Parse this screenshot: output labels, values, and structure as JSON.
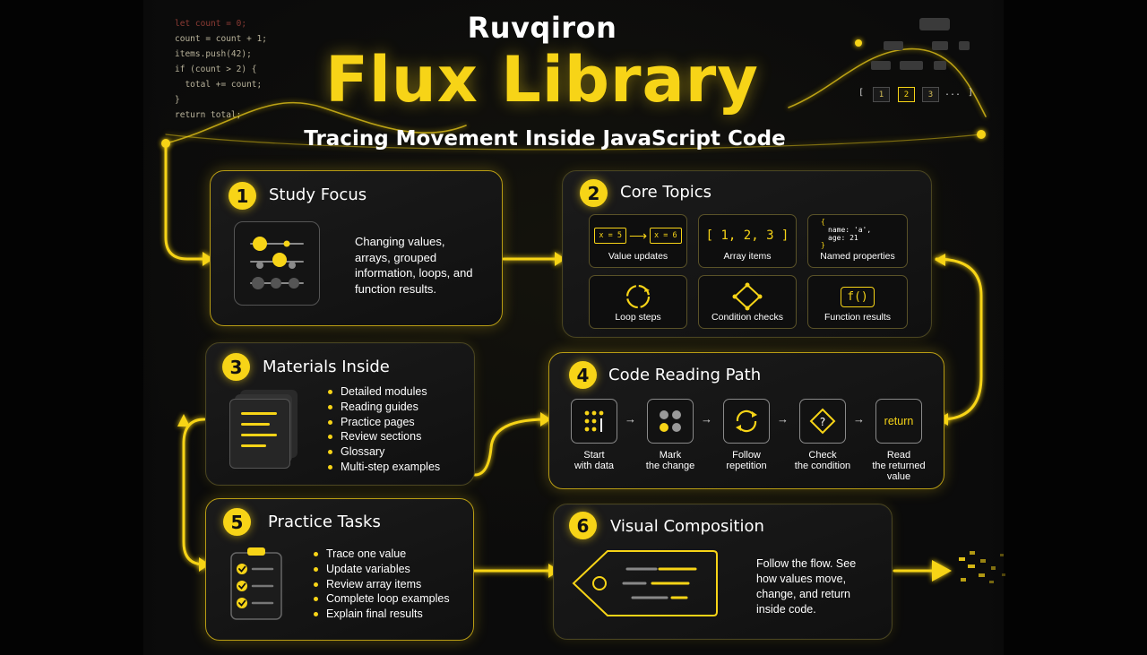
{
  "header": {
    "brand": "Ruvqiron",
    "title": "Flux Library",
    "subtitle": "Tracing Movement Inside JavaScript Code"
  },
  "code_snippet": [
    "let count = 0;",
    "count = count + 1;",
    "items.push(42);",
    "if (count > 2) {",
    "  total += count;",
    "}",
    "return total;"
  ],
  "pager": {
    "items": [
      "1",
      "2",
      "3"
    ],
    "active": "2",
    "ellipsis": "..."
  },
  "sections": {
    "study_focus": {
      "number": "1",
      "title": "Study Focus",
      "text": "Changing values, arrays, grouped information, loops, and function results."
    },
    "core_topics": {
      "number": "2",
      "title": "Core Topics",
      "tiles": [
        {
          "label": "Value updates",
          "icon_text_a": "x = 5",
          "icon_text_b": "x = 6"
        },
        {
          "label": "Array items",
          "icon_text": "[ 1, 2, 3 ]"
        },
        {
          "label": "Named properties",
          "icon_text_a": "name: 'a',",
          "icon_text_b": "age: 21"
        },
        {
          "label": "Loop steps",
          "icon": "loop-icon"
        },
        {
          "label": "Condition checks",
          "icon": "branch-icon"
        },
        {
          "label": "Function results",
          "icon_text": "f()"
        }
      ]
    },
    "materials_inside": {
      "number": "3",
      "title": "Materials Inside",
      "items": [
        "Detailed modules",
        "Reading guides",
        "Practice pages",
        "Review sections",
        "Glossary",
        "Multi-step examples"
      ]
    },
    "code_reading_path": {
      "number": "4",
      "title": "Code Reading Path",
      "steps": [
        {
          "label_a": "Start",
          "label_b": "with data",
          "icon": "data-dots-icon"
        },
        {
          "label_a": "Mark",
          "label_b": "the change",
          "icon": "grid-dots-icon"
        },
        {
          "label_a": "Follow",
          "label_b": "repetition",
          "icon": "repeat-icon"
        },
        {
          "label_a": "Check",
          "label_b": "the condition",
          "icon": "question-diamond-icon"
        },
        {
          "label_a": "Read",
          "label_b": "the returned",
          "label_c": "value",
          "icon_text": "return"
        }
      ]
    },
    "practice_tasks": {
      "number": "5",
      "title": "Practice Tasks",
      "items": [
        "Trace one value",
        "Update variables",
        "Review array items",
        "Complete loop examples",
        "Explain final results"
      ]
    },
    "visual_composition": {
      "number": "6",
      "title": "Visual Composition",
      "text": "Follow the flow. See how values move, change, and return inside code."
    }
  },
  "colors": {
    "accent": "#f7d417",
    "background": "#050505",
    "card": "#151515",
    "border": "#4a4520"
  }
}
